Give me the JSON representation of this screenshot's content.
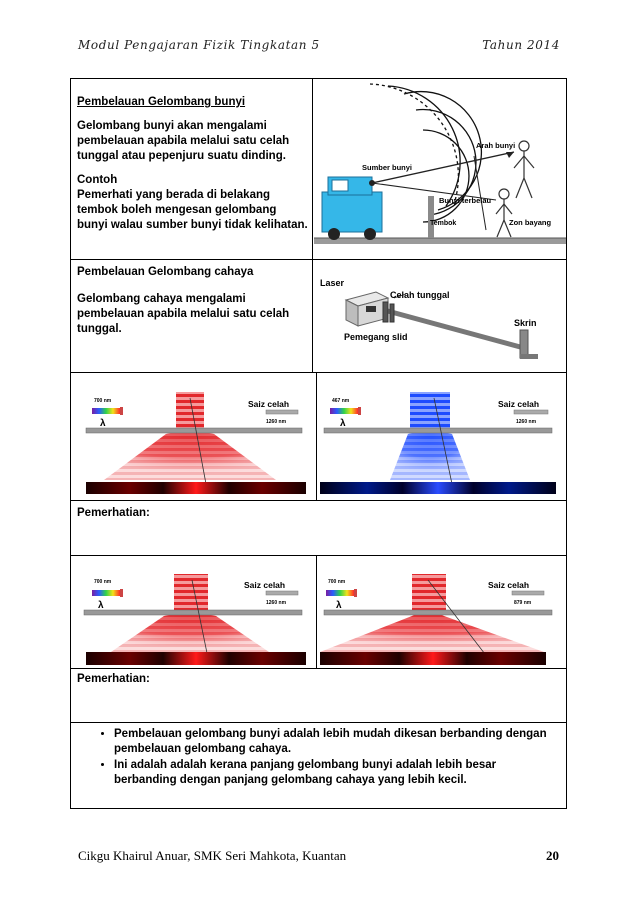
{
  "header": {
    "module": "Modul Pengajaran Fizik Tingkatan 5",
    "year": "Tahun 2014"
  },
  "sound": {
    "title": "Pembelauan Gelombang bunyi",
    "desc": "Gelombang bunyi akan mengalami pembelauan apabila melalui satu celah tunggal atau pepenjuru suatu dinding.",
    "example_label": "Contoh",
    "example": "Pemerhati yang berada di belakang tembok boleh mengesan gelombang bunyi walau sumber bunyi tidak kelihatan.",
    "fig_labels": {
      "source": "Sumber bunyi",
      "direction": "Arah bunyi",
      "diffracted": "Bunyi terbelau",
      "wall": "Tembok",
      "shadow": "Zon bayang"
    }
  },
  "light": {
    "title": "Pembelauan Gelombang cahaya",
    "desc": "Gelombang cahaya mengalami pembelauan apabila melalui satu celah tunggal.",
    "fig_labels": {
      "laser": "Laser",
      "slit": "Celah tunggal",
      "holder": "Pemegang slid",
      "screen": "Skrin"
    }
  },
  "sims_row1": [
    {
      "wavelength": "700 nm",
      "lambda": "λ",
      "gap_label": "Saiz celah",
      "gap_value": "1260 nm",
      "color": "red"
    },
    {
      "wavelength": "467 nm",
      "lambda": "λ",
      "gap_label": "Saiz celah",
      "gap_value": "1260 nm",
      "color": "blue"
    }
  ],
  "obs1": {
    "label": "Pemerhatian:"
  },
  "sims_row2": [
    {
      "wavelength": "700 nm",
      "lambda": "λ",
      "gap_label": "Saiz celah",
      "gap_value": "1260 nm",
      "color": "red"
    },
    {
      "wavelength": "700 nm",
      "lambda": "λ",
      "gap_label": "Saiz celah",
      "gap_value": "879 nm",
      "color": "red"
    }
  ],
  "obs2": {
    "label": "Pemerhatian:"
  },
  "conclusion": [
    "Pembelauan gelombang bunyi adalah lebih mudah dikesan berbanding dengan pembelauan gelombang cahaya.",
    "Ini adalah adalah kerana panjang gelombang bunyi adalah lebih besar berbanding dengan panjang gelombang cahaya yang lebih kecil."
  ],
  "footer": {
    "author": "Cikgu Khairul Anuar, SMK Seri Mahkota, Kuantan",
    "page": "20"
  }
}
